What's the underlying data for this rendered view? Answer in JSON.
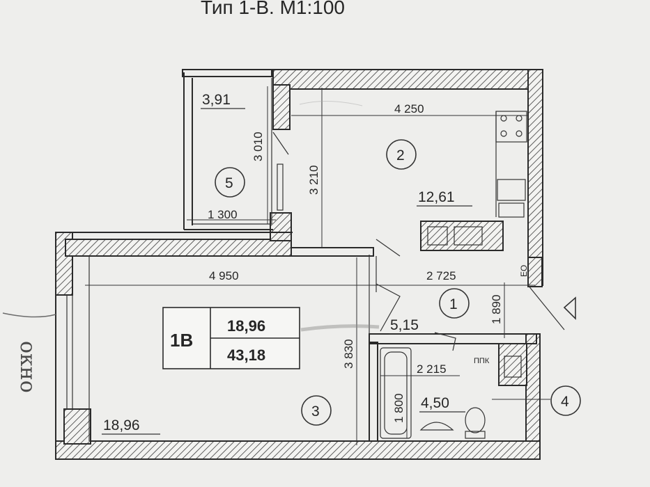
{
  "header": {
    "title": "Тип 1-В. М1:100"
  },
  "apartment_card": {
    "type": "1В",
    "living_area": "18,96",
    "total_area": "43,18"
  },
  "rooms": [
    {
      "number": "1",
      "area": "5,15"
    },
    {
      "number": "2",
      "area": "12,61"
    },
    {
      "number": "3",
      "area": "18,96"
    },
    {
      "number": "4",
      "area": "4,50"
    },
    {
      "number": "5",
      "area": "3,91"
    }
  ],
  "dimensions": {
    "kitchen_width": "4 250",
    "kitchen_depth": "3 210",
    "balcony_depth": "3 010",
    "balcony_width": "1 300",
    "living_width": "4 950",
    "hall_width": "2 725",
    "hall_depth": "1 890",
    "living_depth": "3 830",
    "bath_width": "2 215",
    "bath_depth": "1 800"
  },
  "labels": {
    "eo": "ЕО",
    "ppk": "ППК"
  },
  "handwritten_note": "окно"
}
